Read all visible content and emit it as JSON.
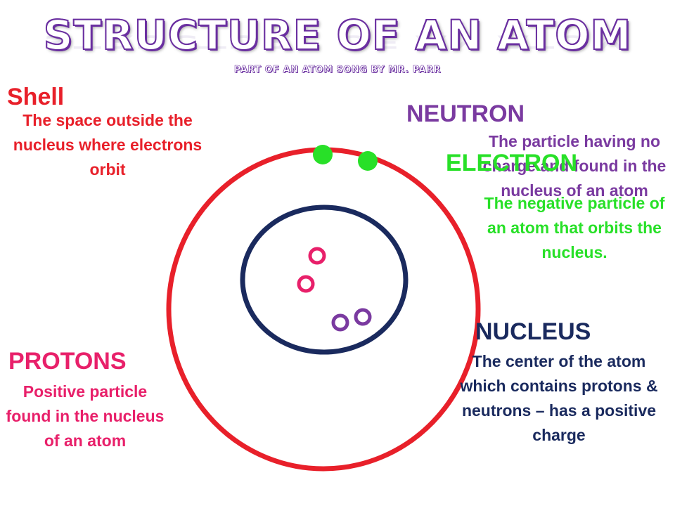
{
  "title": {
    "main": "STRUCTURE OF AN ATOM",
    "subtitle": "PART OF AN ATOM SONG BY MR. PARR"
  },
  "labels": {
    "shell": {
      "heading": "Shell",
      "description": "The space outside the nucleus where electrons orbit"
    },
    "neutron": {
      "heading": "NEUTRON",
      "description": "The particle having no charge and found in the nucleus of an atom"
    },
    "electron": {
      "heading": "ELECTRON",
      "description": "The negative particle of an atom that orbits the nucleus."
    },
    "nucleus": {
      "heading": "NUCLEUS",
      "description": "The center of the atom which contains protons & neutrons – has a positive charge"
    },
    "protons": {
      "heading": "PROTONS",
      "description": "Positive particle found in the nucleus of an atom"
    }
  },
  "colors": {
    "shell": "#e8202a",
    "nucleus": "#1a2a5e",
    "electron": "#28e028",
    "proton": "#e8206a",
    "neutron": "#7a3aa0",
    "title_outline": "#6a2fa0"
  },
  "diagram": {
    "electron_count": 2,
    "proton_count": 2,
    "neutron_count": 2
  }
}
